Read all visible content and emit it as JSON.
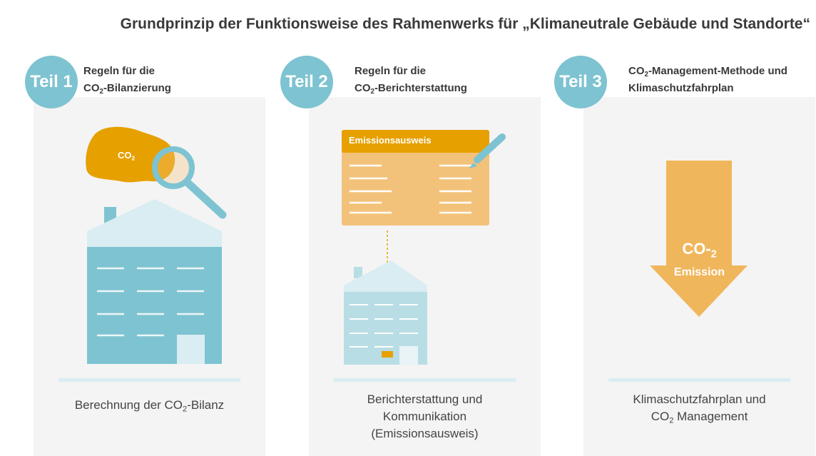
{
  "title": "Grundprinzip der Funktionsweise des Rahmenwerks für „Klimaneutrale Gebäude und Standorte“",
  "colors": {
    "teal": "#7ec3d1",
    "building": "#7ec3d1",
    "roof": "#d9edf2",
    "orange": "#e6a000",
    "light_orange": "#f3c27a",
    "arrow": "#f0b65c",
    "panel": "#f4f4f4"
  },
  "parts": [
    {
      "badge": "Teil 1",
      "heading_line1": "Regeln für die",
      "heading_co": "CO",
      "heading_sub": "2",
      "heading_rest": "-Bilanzierung",
      "cloud_co": "CO",
      "cloud_sub": "2",
      "caption_pre": "Berechnung der CO",
      "caption_sub": "2",
      "caption_post": "-Bilanz",
      "icons": [
        "co2-cloud-icon",
        "magnifier-icon",
        "building-icon"
      ]
    },
    {
      "badge": "Teil 2",
      "heading_line1": "Regeln für die",
      "heading_co": "CO",
      "heading_sub": "2",
      "heading_rest": "-Berichterstattung",
      "card_title": "Emissionsausweis",
      "caption_line1": "Berichterstattung und",
      "caption_line2": "Kommunikation",
      "caption_line3": "(Emissionsausweis)",
      "icons": [
        "certificate-card-icon",
        "pencil-icon",
        "building-icon"
      ]
    },
    {
      "badge": "Teil 3",
      "heading_co": "CO",
      "heading_sub": "2",
      "heading_rest": "-Management-Methode und",
      "heading_line2": "Klimaschutzfahrplan",
      "arrow_co": "CO-",
      "arrow_sub": "2",
      "arrow_label": "Emission",
      "caption_line1": "Klimaschutzfahrplan und",
      "caption_co": "CO",
      "caption_sub": "2",
      "caption_rest": " Management",
      "icons": [
        "down-arrow-icon"
      ]
    }
  ]
}
